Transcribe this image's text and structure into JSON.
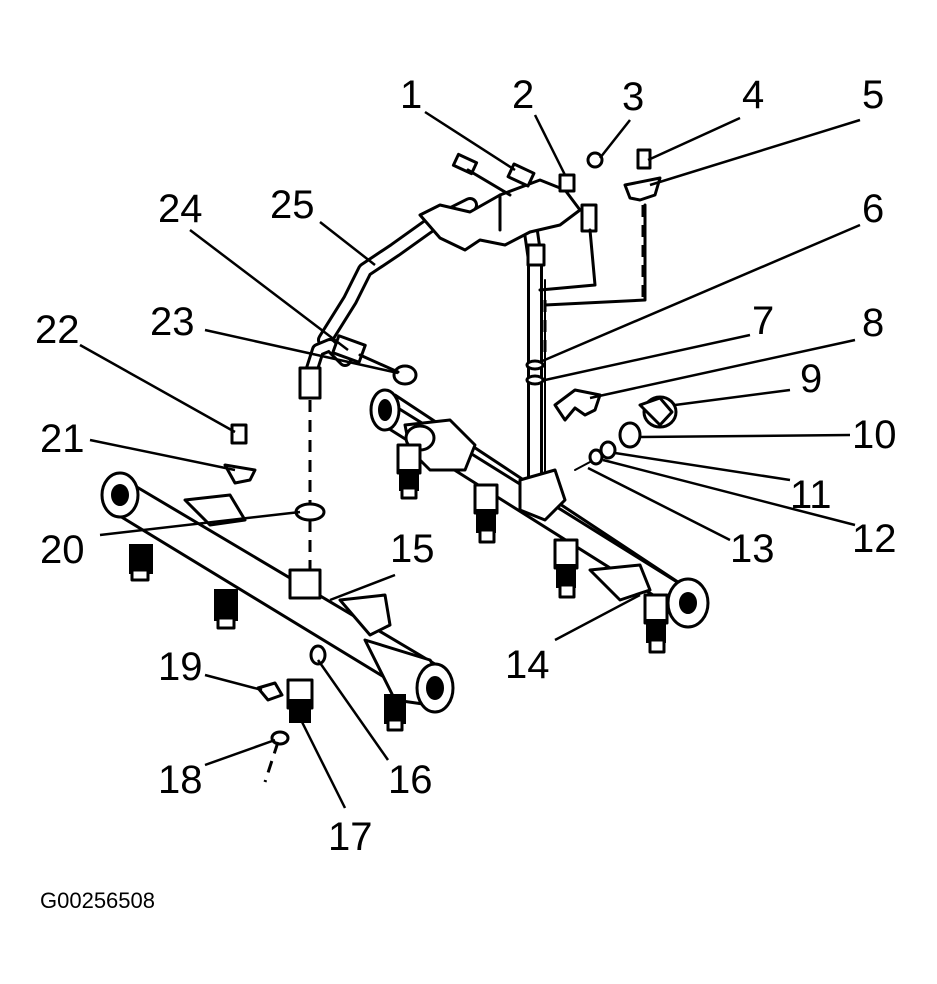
{
  "figure_id": "G00256508",
  "callouts": [
    "1",
    "2",
    "3",
    "4",
    "5",
    "6",
    "7",
    "8",
    "9",
    "10",
    "11",
    "12",
    "13",
    "14",
    "15",
    "16",
    "17",
    "18",
    "19",
    "20",
    "21",
    "22",
    "23",
    "24",
    "25"
  ]
}
